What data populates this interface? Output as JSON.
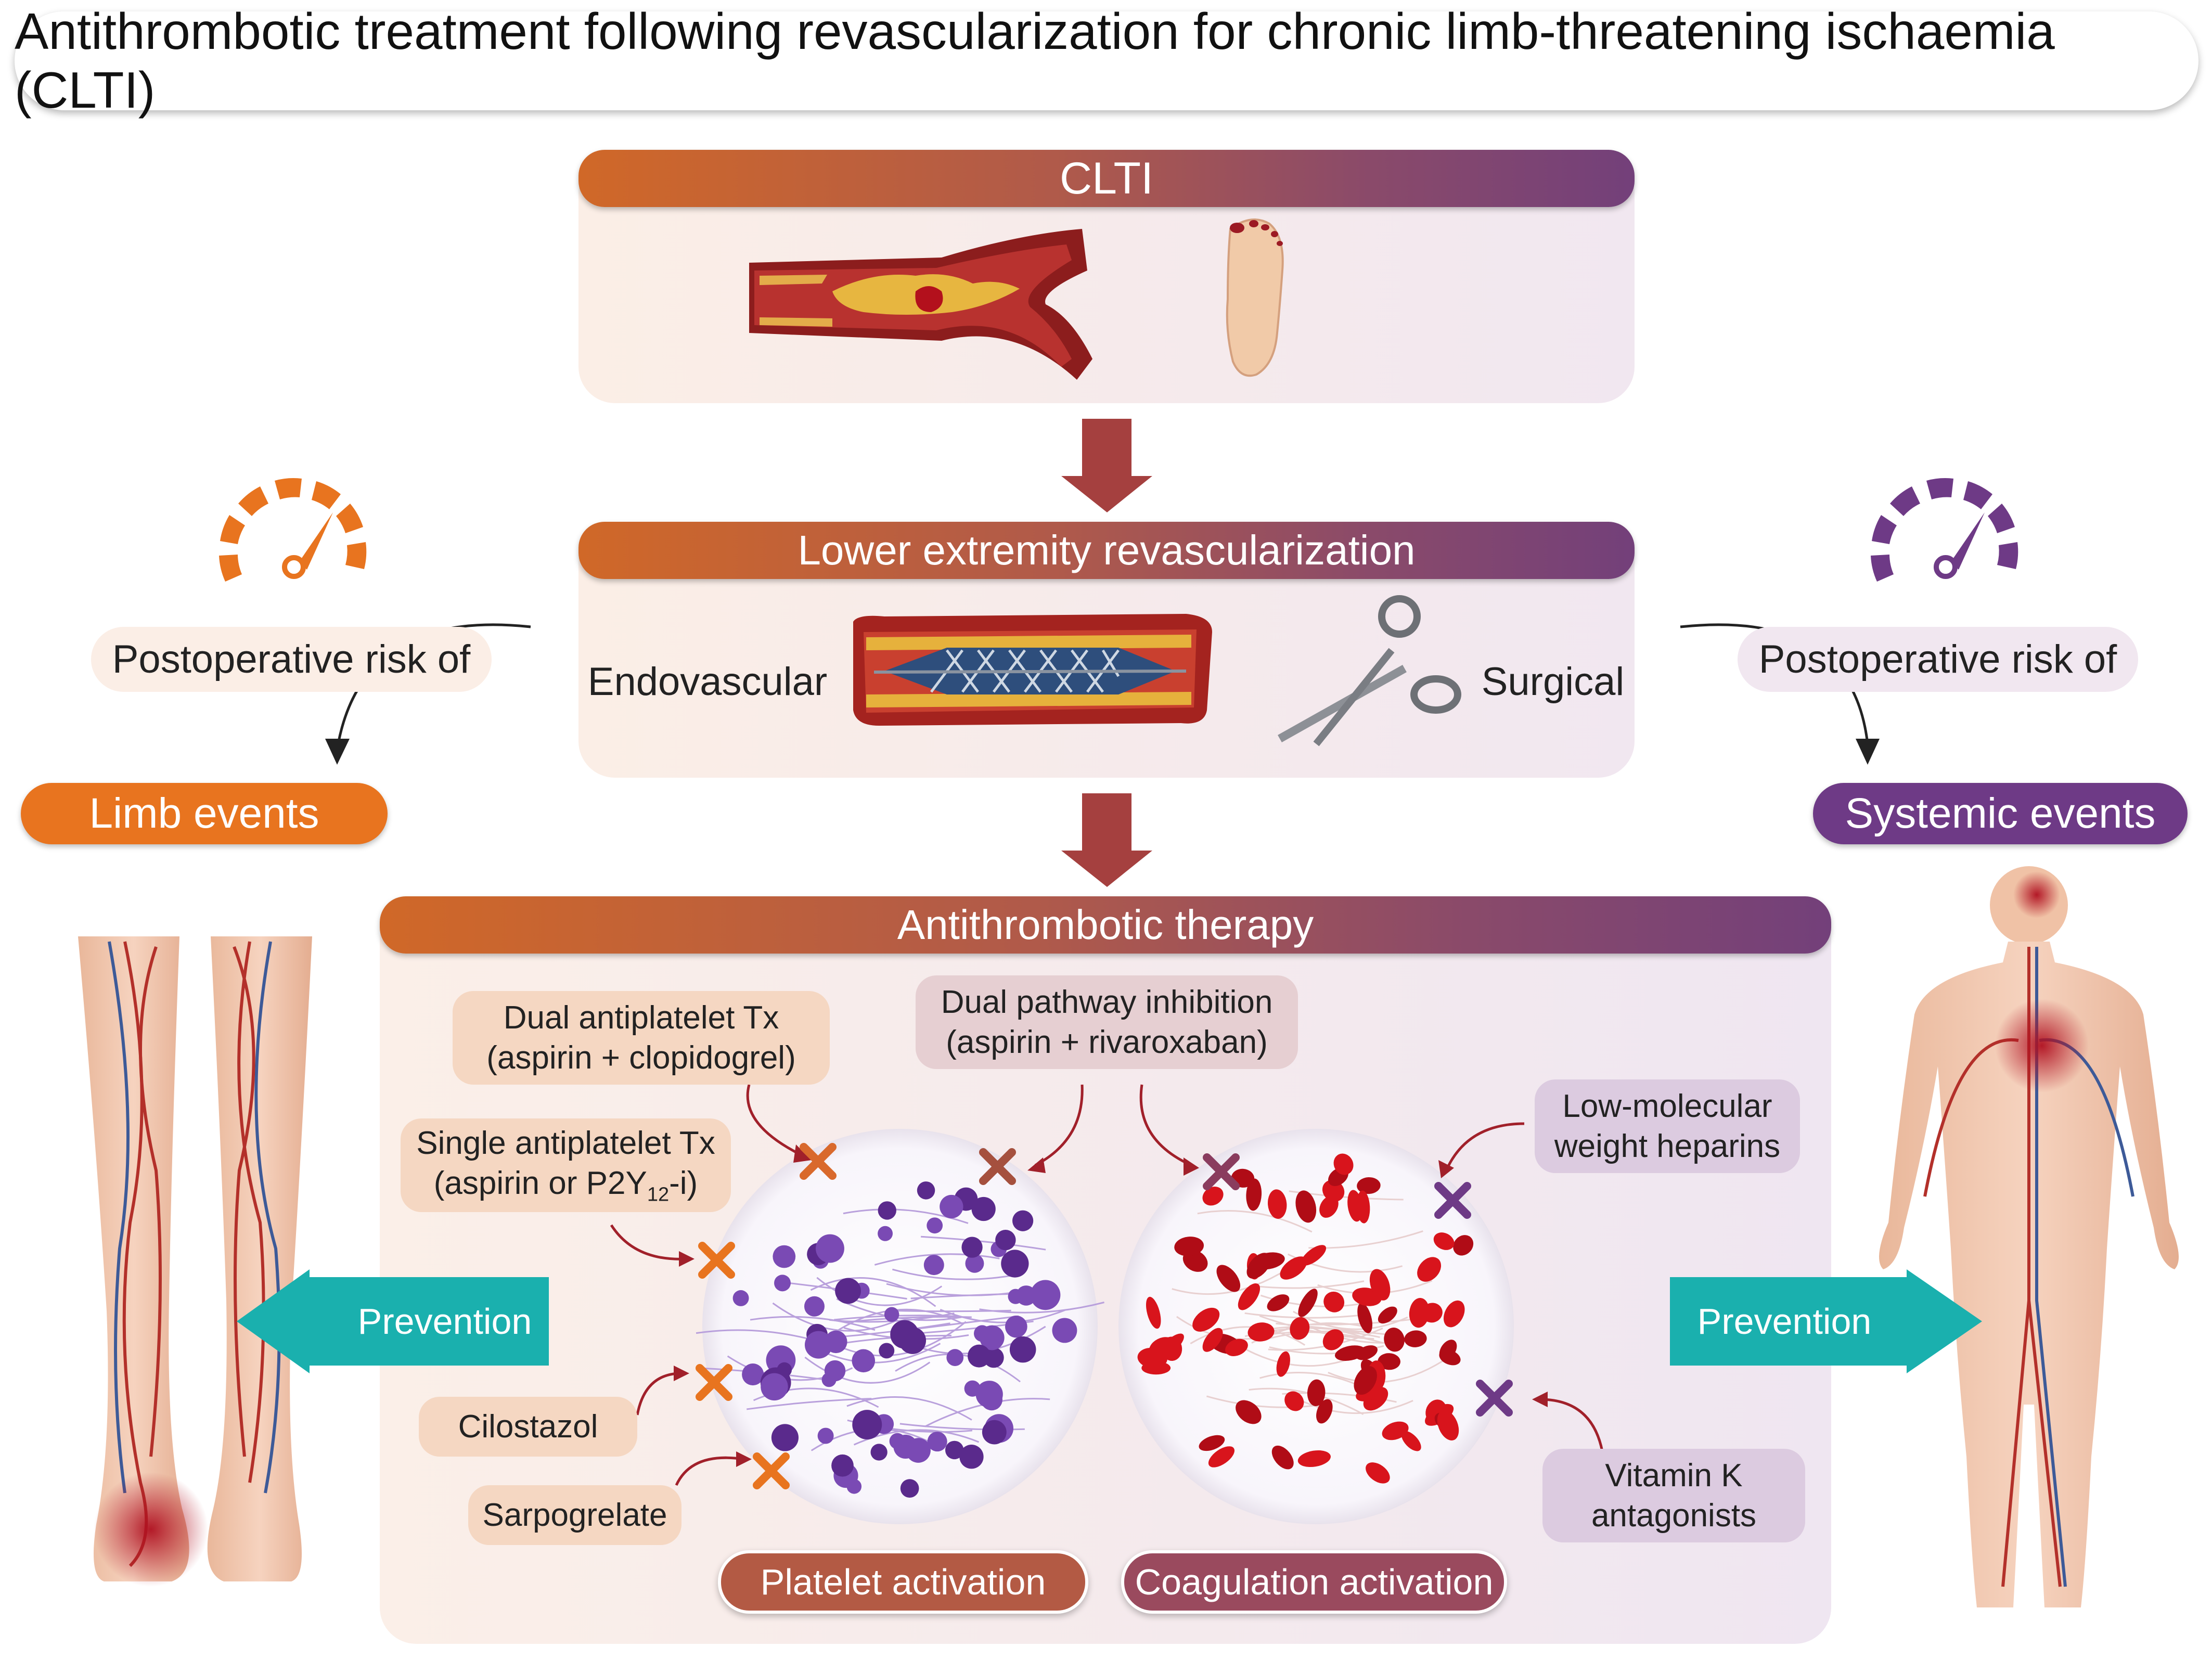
{
  "title": "Antithrombotic treatment following revascularization for chronic limb-threatening ischaemia (CLTI)",
  "clti": {
    "label": "CLTI"
  },
  "revascularization": {
    "label": "Lower extremity revascularization",
    "endovascular": "Endovascular",
    "surgical": "Surgical"
  },
  "left": {
    "risk_text": "Postoperative risk of",
    "event": "Limb events",
    "prevention": "Prevention"
  },
  "right": {
    "risk_text": "Postoperative risk of",
    "event": "Systemic events",
    "prevention": "Prevention"
  },
  "therapy": {
    "label": "Antithrombotic therapy",
    "dapt": {
      "line1": "Dual antiplatelet Tx",
      "line2": "(aspirin + clopidogrel)"
    },
    "dpi": {
      "line1": "Dual pathway inhibition",
      "line2": "(aspirin + rivaroxaban)"
    },
    "sapt": {
      "line1": "Single antiplatelet Tx",
      "line2_pre": "(aspirin or P2Y",
      "line2_sub": "12",
      "line2_post": "-i)"
    },
    "lmwh": {
      "line1": "Low-molecular",
      "line2": "weight heparins"
    },
    "cilostazol": "Cilostazol",
    "sarpogrelate": "Sarpogrelate",
    "vka": {
      "line1": "Vitamin K",
      "line2": "antagonists"
    },
    "platelet_activation": "Platelet activation",
    "coagulation_activation": "Coagulation activation"
  },
  "colors": {
    "orange": "#e8741f",
    "purple": "#6e3a86",
    "teal": "#1ab0ae",
    "arrow_red": "#a83a3a",
    "light_orange": "#f5d7c2",
    "light_purple": "#dccbe0",
    "light_mauve": "#e6cfd2"
  }
}
